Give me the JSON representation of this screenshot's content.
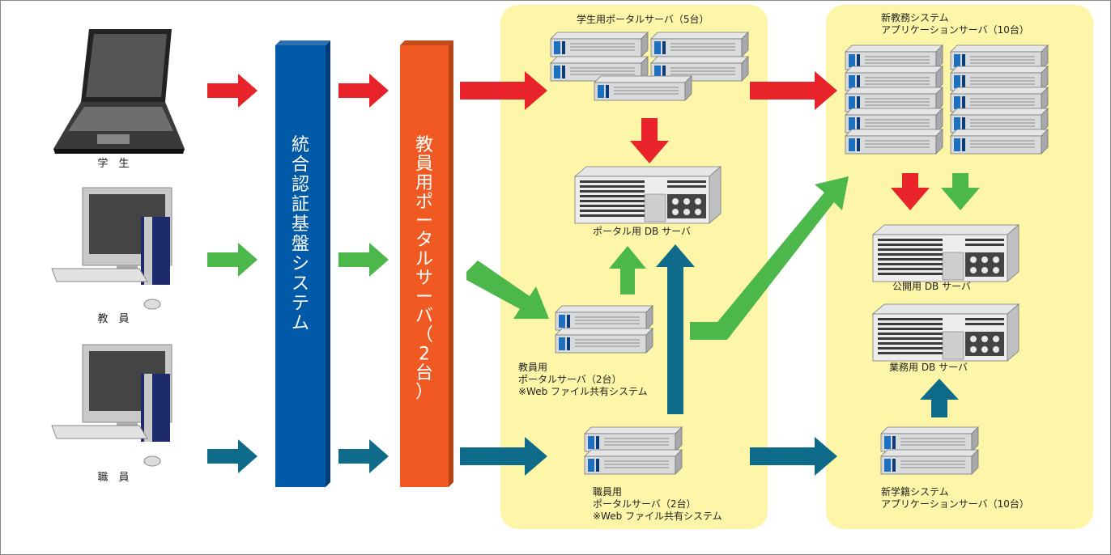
{
  "clients": {
    "student": "学　生",
    "faculty": "教　員",
    "staff": "職　員"
  },
  "auth_bar": [
    "統",
    "合",
    "認",
    "証",
    "基",
    "盤",
    "シ",
    "ス",
    "テ",
    "ム"
  ],
  "faculty_portal_bar": [
    "教",
    "員",
    "用",
    "ポ",
    "ー",
    "タ",
    "ル",
    "サ",
    "ー",
    "バ",
    "（",
    "2",
    "台",
    "）"
  ],
  "labels": {
    "student_portal": "学生用ポータルサーバ（5台）",
    "portal_db": "ポータル用 DB サーバ",
    "faculty_portal": [
      "教員用",
      "ポータルサーバ（2台）",
      "※Web ファイル共有システム"
    ],
    "staff_portal": [
      "職員用",
      "ポータルサーバ（2台）",
      "※Web ファイル共有システム"
    ],
    "academic_app": [
      "新教務システム",
      "アプリケーションサーバ（10台）"
    ],
    "public_db": "公開用 DB サーバ",
    "business_db": "業務用 DB サーバ",
    "registry_app": [
      "新学籍システム",
      "アプリケーションサーバ（10台）"
    ]
  },
  "colors": {
    "student_flow": "#e8242a",
    "faculty_flow": "#4cb84c",
    "staff_flow": "#0f6b8a",
    "auth_bar": "#005aa8",
    "portal_bar": "#f05a22",
    "zone": "#fdf6a8"
  }
}
